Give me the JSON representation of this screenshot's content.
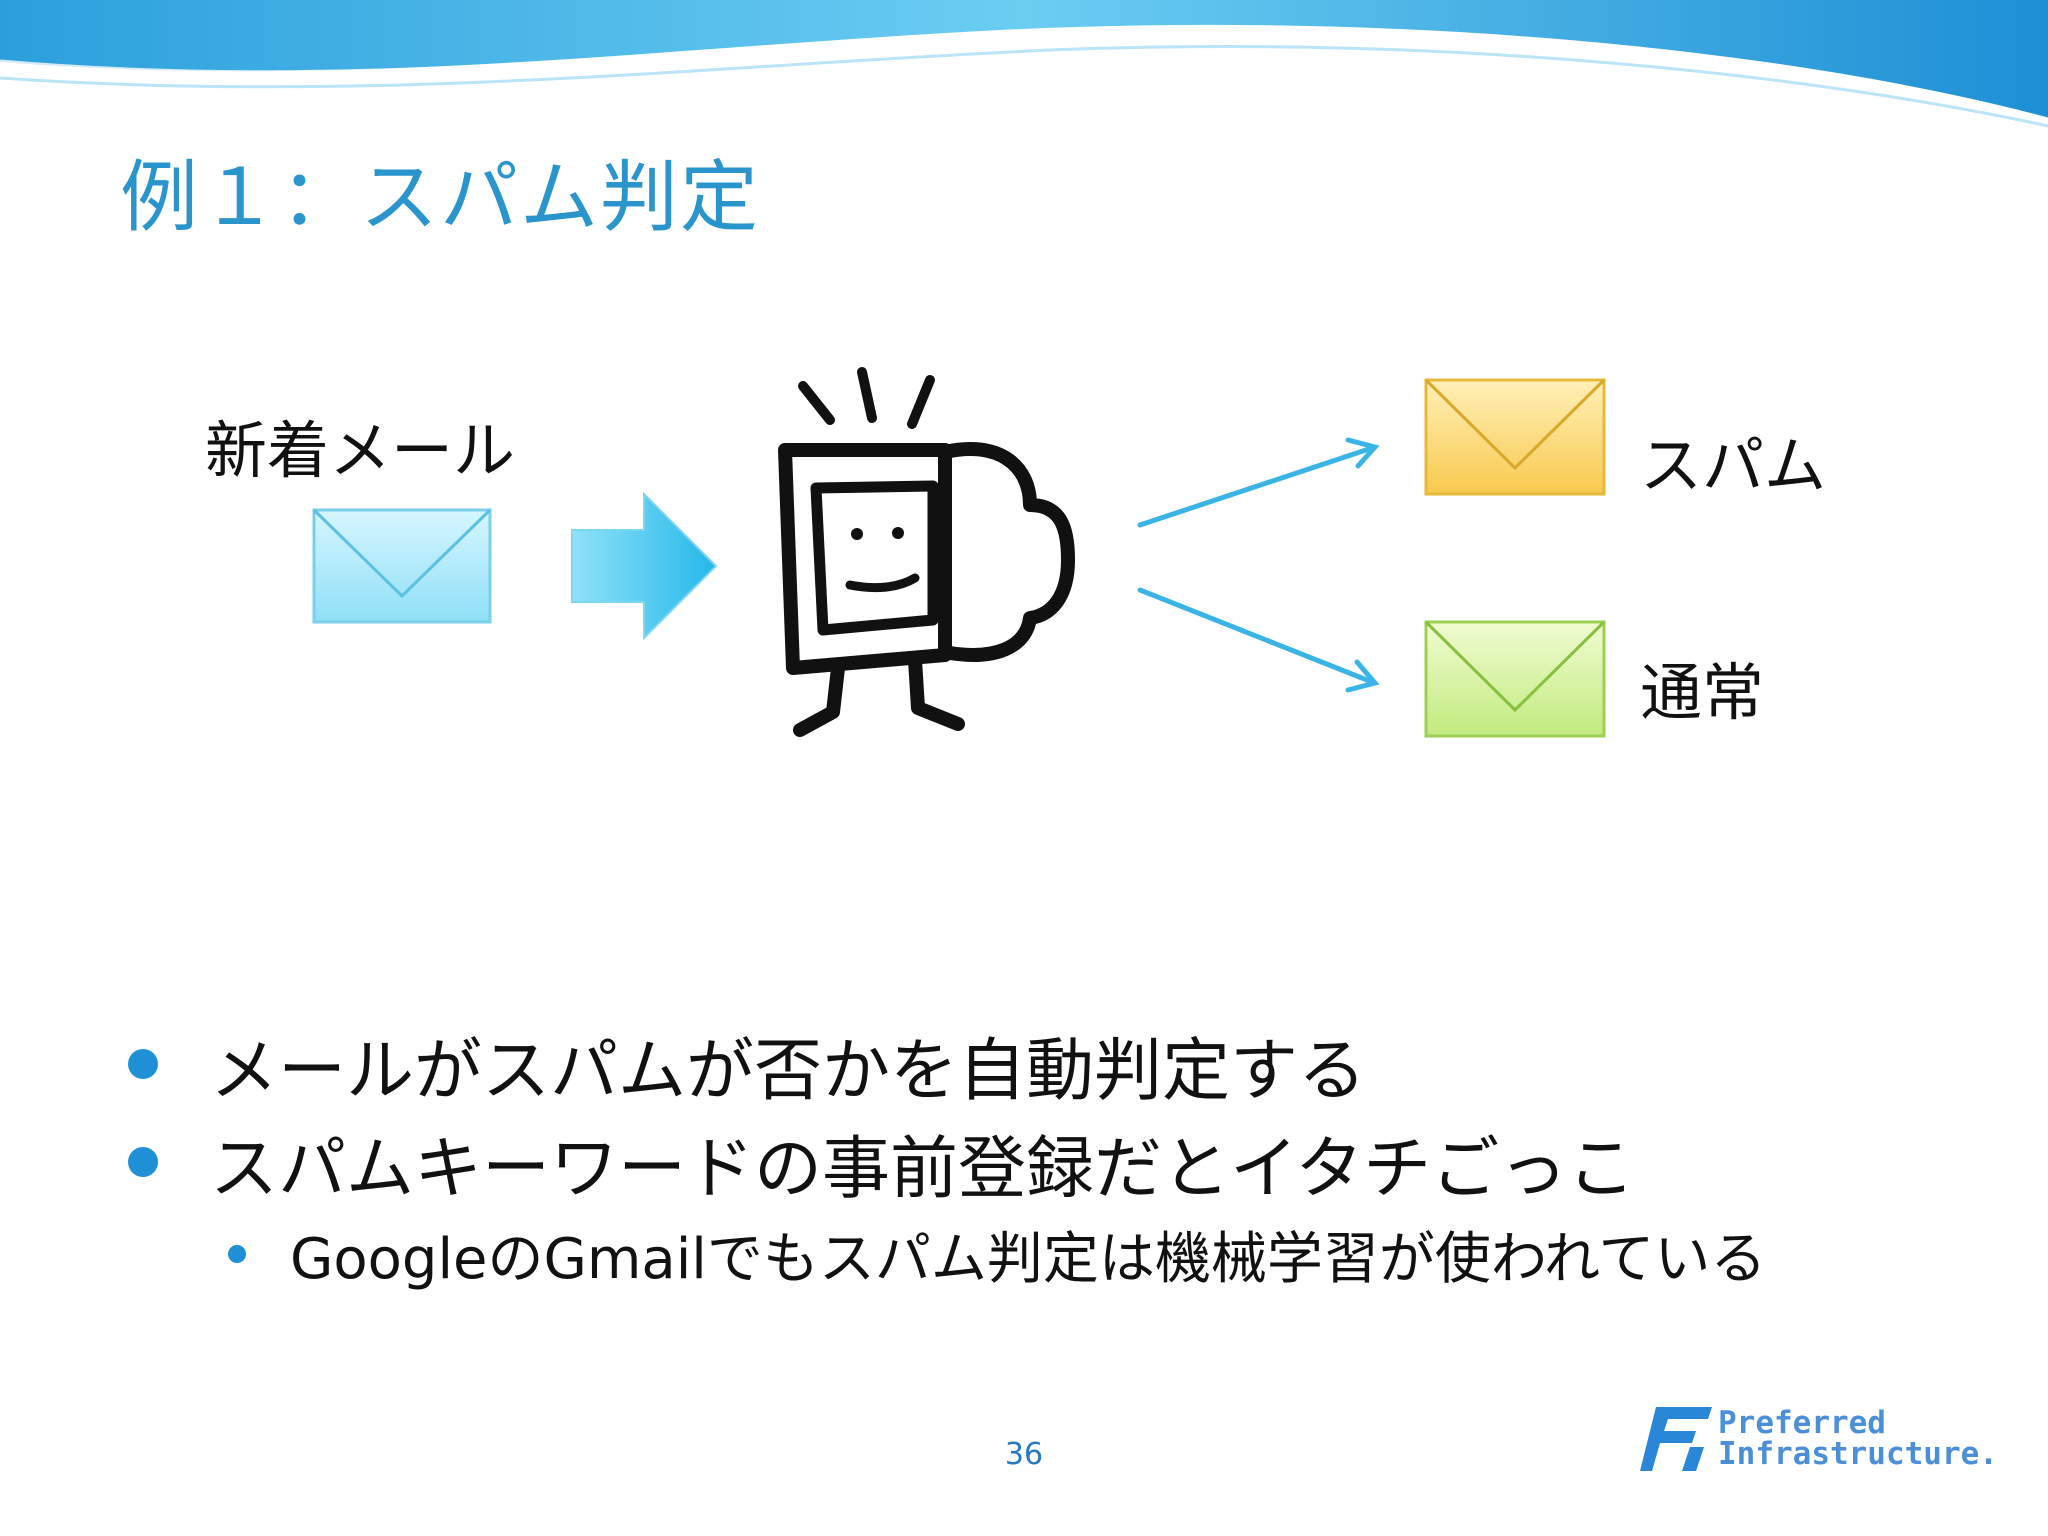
{
  "slide": {
    "title": "例１：スパム判定",
    "page_number": "36"
  },
  "diagram": {
    "input_label": "新着メール",
    "output_spam_label": "スパム",
    "output_normal_label": "通常",
    "colors": {
      "input_envelope": "#a8e8f8",
      "spam_envelope": "#fbd46a",
      "normal_envelope": "#cfee9a",
      "arrow": "#33c0ee"
    }
  },
  "bullets": [
    {
      "text": "メールがスパムが否かを自動判定する"
    },
    {
      "text": "スパムキーワードの事前登録だとイタチごっこ"
    }
  ],
  "sub_bullets": [
    {
      "text": "GoogleのGmailでもスパム判定は機械学習が使われている"
    }
  ],
  "logo": {
    "line1": "Preferred",
    "line2": "Infrastructure."
  }
}
